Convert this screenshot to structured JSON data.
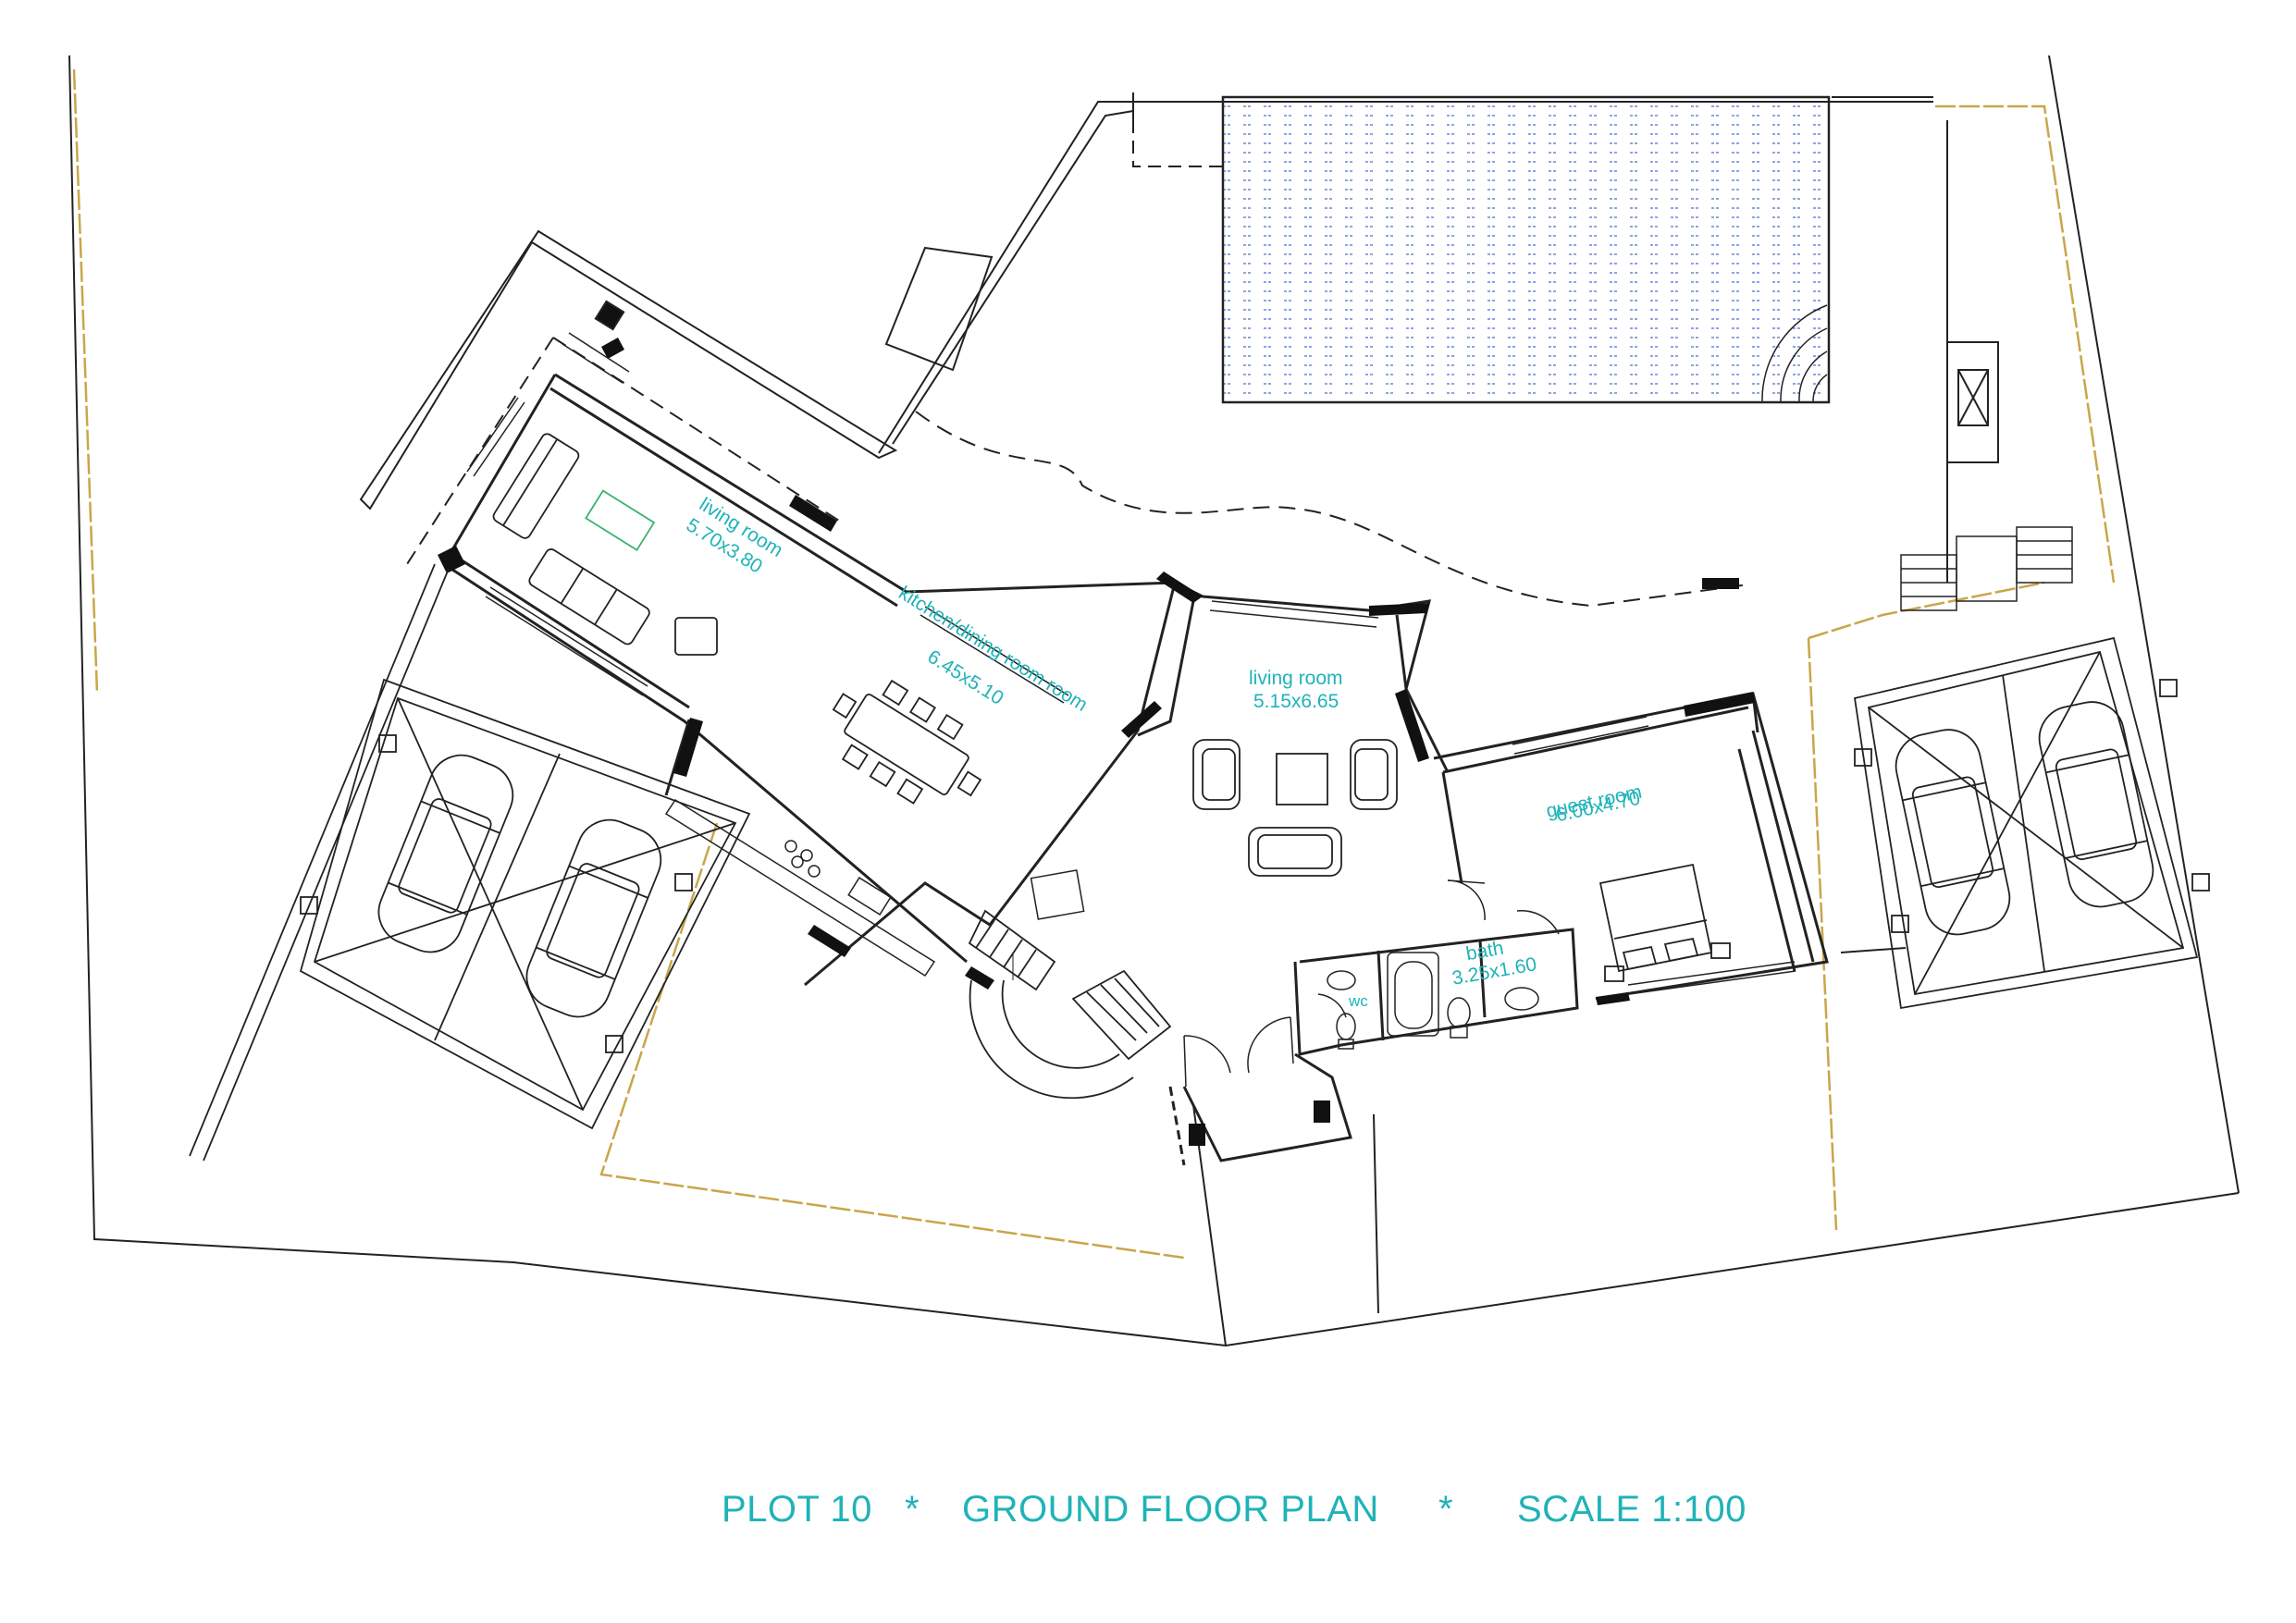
{
  "colors": {
    "line": "#222222",
    "accent": "#1fb3b7",
    "boundary_stone": "#c9a64a",
    "pool_hatch": "#4a6fd1"
  },
  "rooms": {
    "living_room_1": {
      "name": "living room",
      "size": "5.70x3.80"
    },
    "kitchen_dining": {
      "name": "kitchen/dining room room",
      "size": "6.45x5.10"
    },
    "living_room_2": {
      "name": "living room",
      "size": "5.15x6.65"
    },
    "guest_room": {
      "name": "guest room",
      "size": "6.00x4.70"
    },
    "bath": {
      "name": "bath",
      "size": "3.25x1.60"
    },
    "wc": {
      "name": "wc"
    }
  },
  "caption": {
    "plot": "PLOT 10",
    "separator": "*",
    "title": "GROUND FLOOR PLAN",
    "scale": "SCALE 1:100"
  }
}
